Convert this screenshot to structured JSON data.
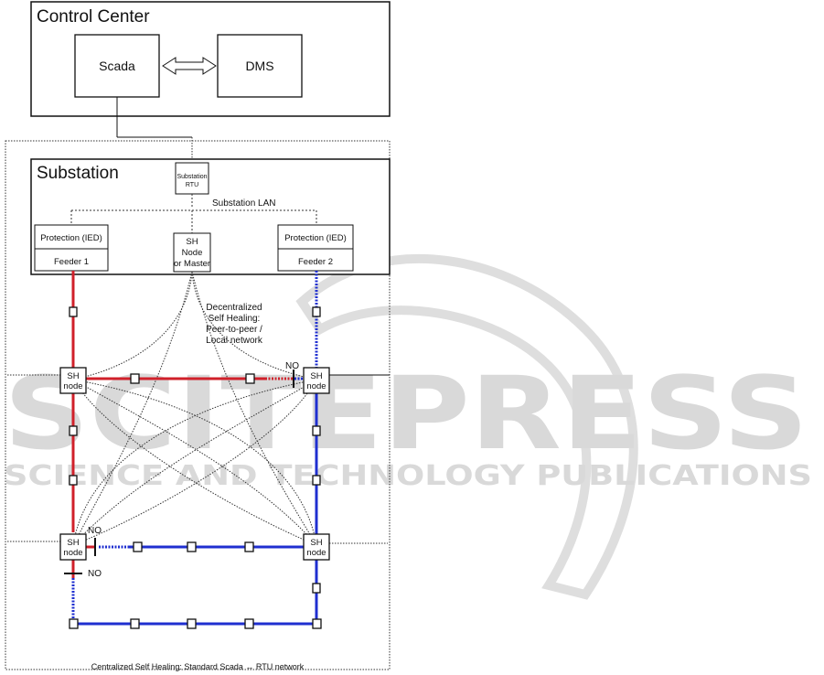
{
  "control_center": {
    "title": "Control Center",
    "scada": "Scada",
    "dms": "DMS"
  },
  "substation": {
    "title": "Substation",
    "rtu_line1": "Substation",
    "rtu_line2": "RTU",
    "lan": "Substation LAN",
    "protection_left": "Protection (IED)",
    "feeder1": "Feeder 1",
    "protection_right": "Protection (IED)",
    "feeder2": "Feeder 2",
    "sh_master_line1": "SH",
    "sh_master_line2": "Node",
    "sh_master_line3": "or Master"
  },
  "decentralized": {
    "line1": "Decentralized",
    "line2": "Self Healing:",
    "line3": "Peer-to-peer /",
    "line4": "Local network"
  },
  "sh_node": {
    "line1": "SH",
    "line2": "node"
  },
  "no_label": "NO",
  "footer": "Centralized Self Healing: Standard Scada ↔ RTU network",
  "watermark": {
    "main": "SCITEPRESS",
    "sub": "SCIENCE AND TECHNOLOGY PUBLICATIONS"
  },
  "colors": {
    "feeder1": "#d0202a",
    "feeder2": "#1f2fd0",
    "line": "#111111",
    "watermark": "#d9d9d9"
  }
}
